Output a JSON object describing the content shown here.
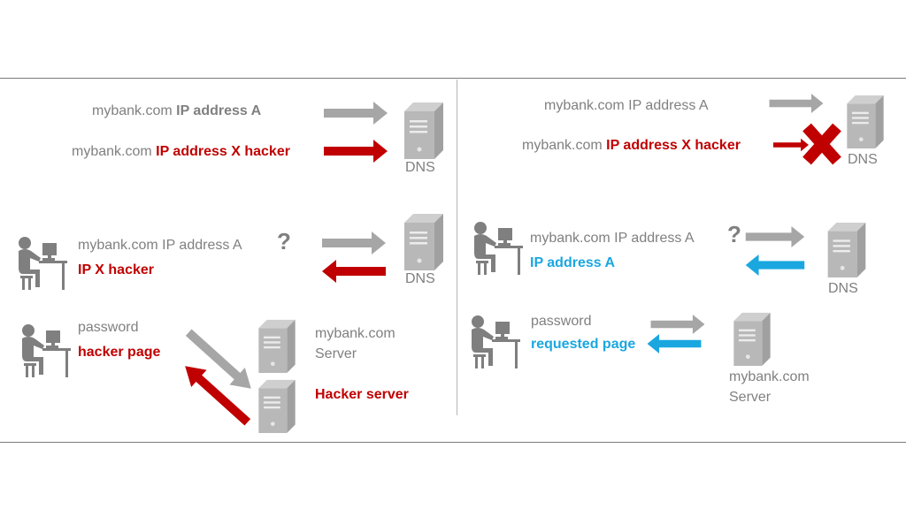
{
  "left": {
    "row1": {
      "domain": "mybank.com",
      "ip": "IP address A",
      "ip_hacker": "IP address X hacker",
      "server_label": "DNS"
    },
    "row2": {
      "domain": "mybank.com",
      "ip": "IP address A",
      "question": "?",
      "response": "IP X hacker",
      "server_label": "DNS"
    },
    "row3": {
      "password": "password",
      "response": "hacker page",
      "server_line1": "mybank.com",
      "server_line2": "Server",
      "hacker_server": "Hacker server"
    }
  },
  "right": {
    "row1": {
      "domain": "mybank.com",
      "ip": "IP address A",
      "ip_hacker": "IP address X hacker",
      "server_label": "DNS"
    },
    "row2": {
      "domain": "mybank.com",
      "ip": "IP address A",
      "question": "?",
      "response": "IP address A",
      "server_label": "DNS"
    },
    "row3": {
      "password": "password",
      "response": "requested page",
      "server_line1": "mybank.com",
      "server_line2": "Server"
    }
  },
  "colors": {
    "gray": "#a6a6a6",
    "red": "#c00000",
    "blue": "#1aa7e0",
    "text_gray": "#808080"
  },
  "icons": [
    "server-icon",
    "user-at-computer-icon",
    "arrow-icon",
    "red-x-icon"
  ]
}
